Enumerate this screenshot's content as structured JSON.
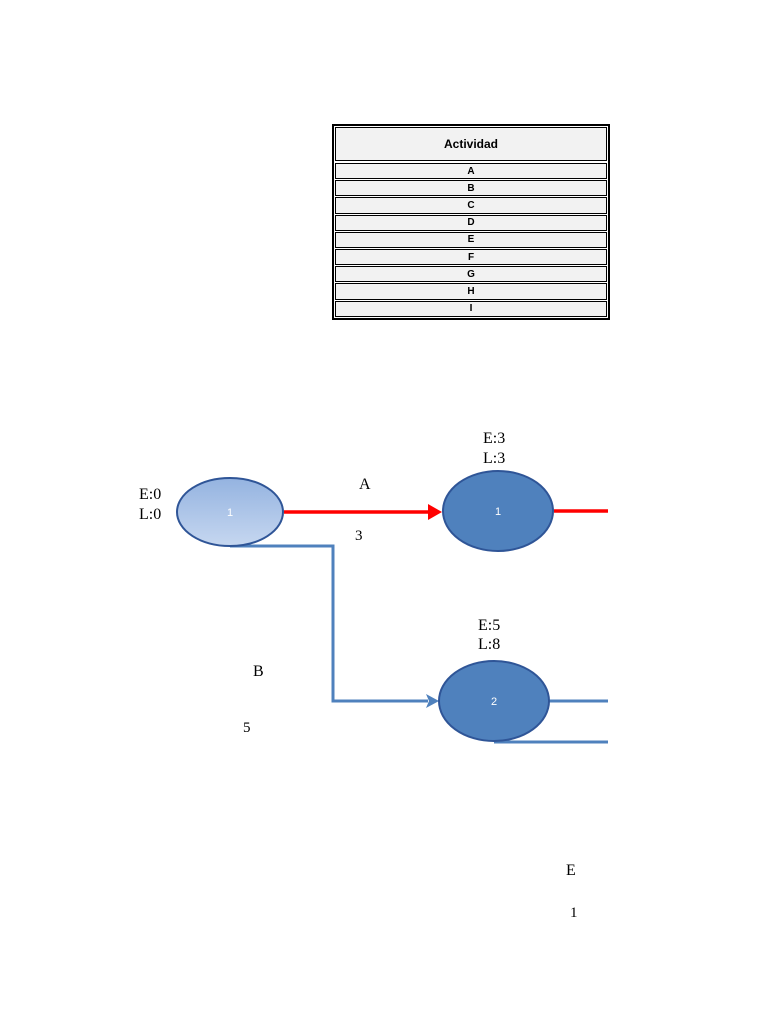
{
  "table": {
    "header": "Actividad",
    "rows": [
      "A",
      "B",
      "C",
      "D",
      "E",
      "F",
      "G",
      "H",
      "I"
    ]
  },
  "diagram": {
    "nodes": [
      {
        "id": "start",
        "label": "1",
        "early": "E:0",
        "late": "L:0"
      },
      {
        "id": "n1",
        "label": "1",
        "early": "E:3",
        "late": "L:3"
      },
      {
        "id": "n2",
        "label": "2",
        "early": "E:5",
        "late": "L:8"
      }
    ],
    "edges": [
      {
        "id": "A",
        "activity": "A",
        "duration": "3",
        "color": "#ff0000",
        "critical": true
      },
      {
        "id": "B",
        "activity": "B",
        "duration": "5",
        "color": "#4f81bd",
        "critical": false
      },
      {
        "id": "E",
        "activity": "E",
        "duration": "1",
        "color": "#4f81bd",
        "critical": false
      }
    ],
    "colors": {
      "start_fill_top": "#94b3e0",
      "start_fill_bottom": "#c6d7f0",
      "node_fill": "#4f81bd",
      "node_stroke": "#2f5597",
      "critical_edge": "#ff0000",
      "normal_edge": "#4f81bd"
    }
  }
}
